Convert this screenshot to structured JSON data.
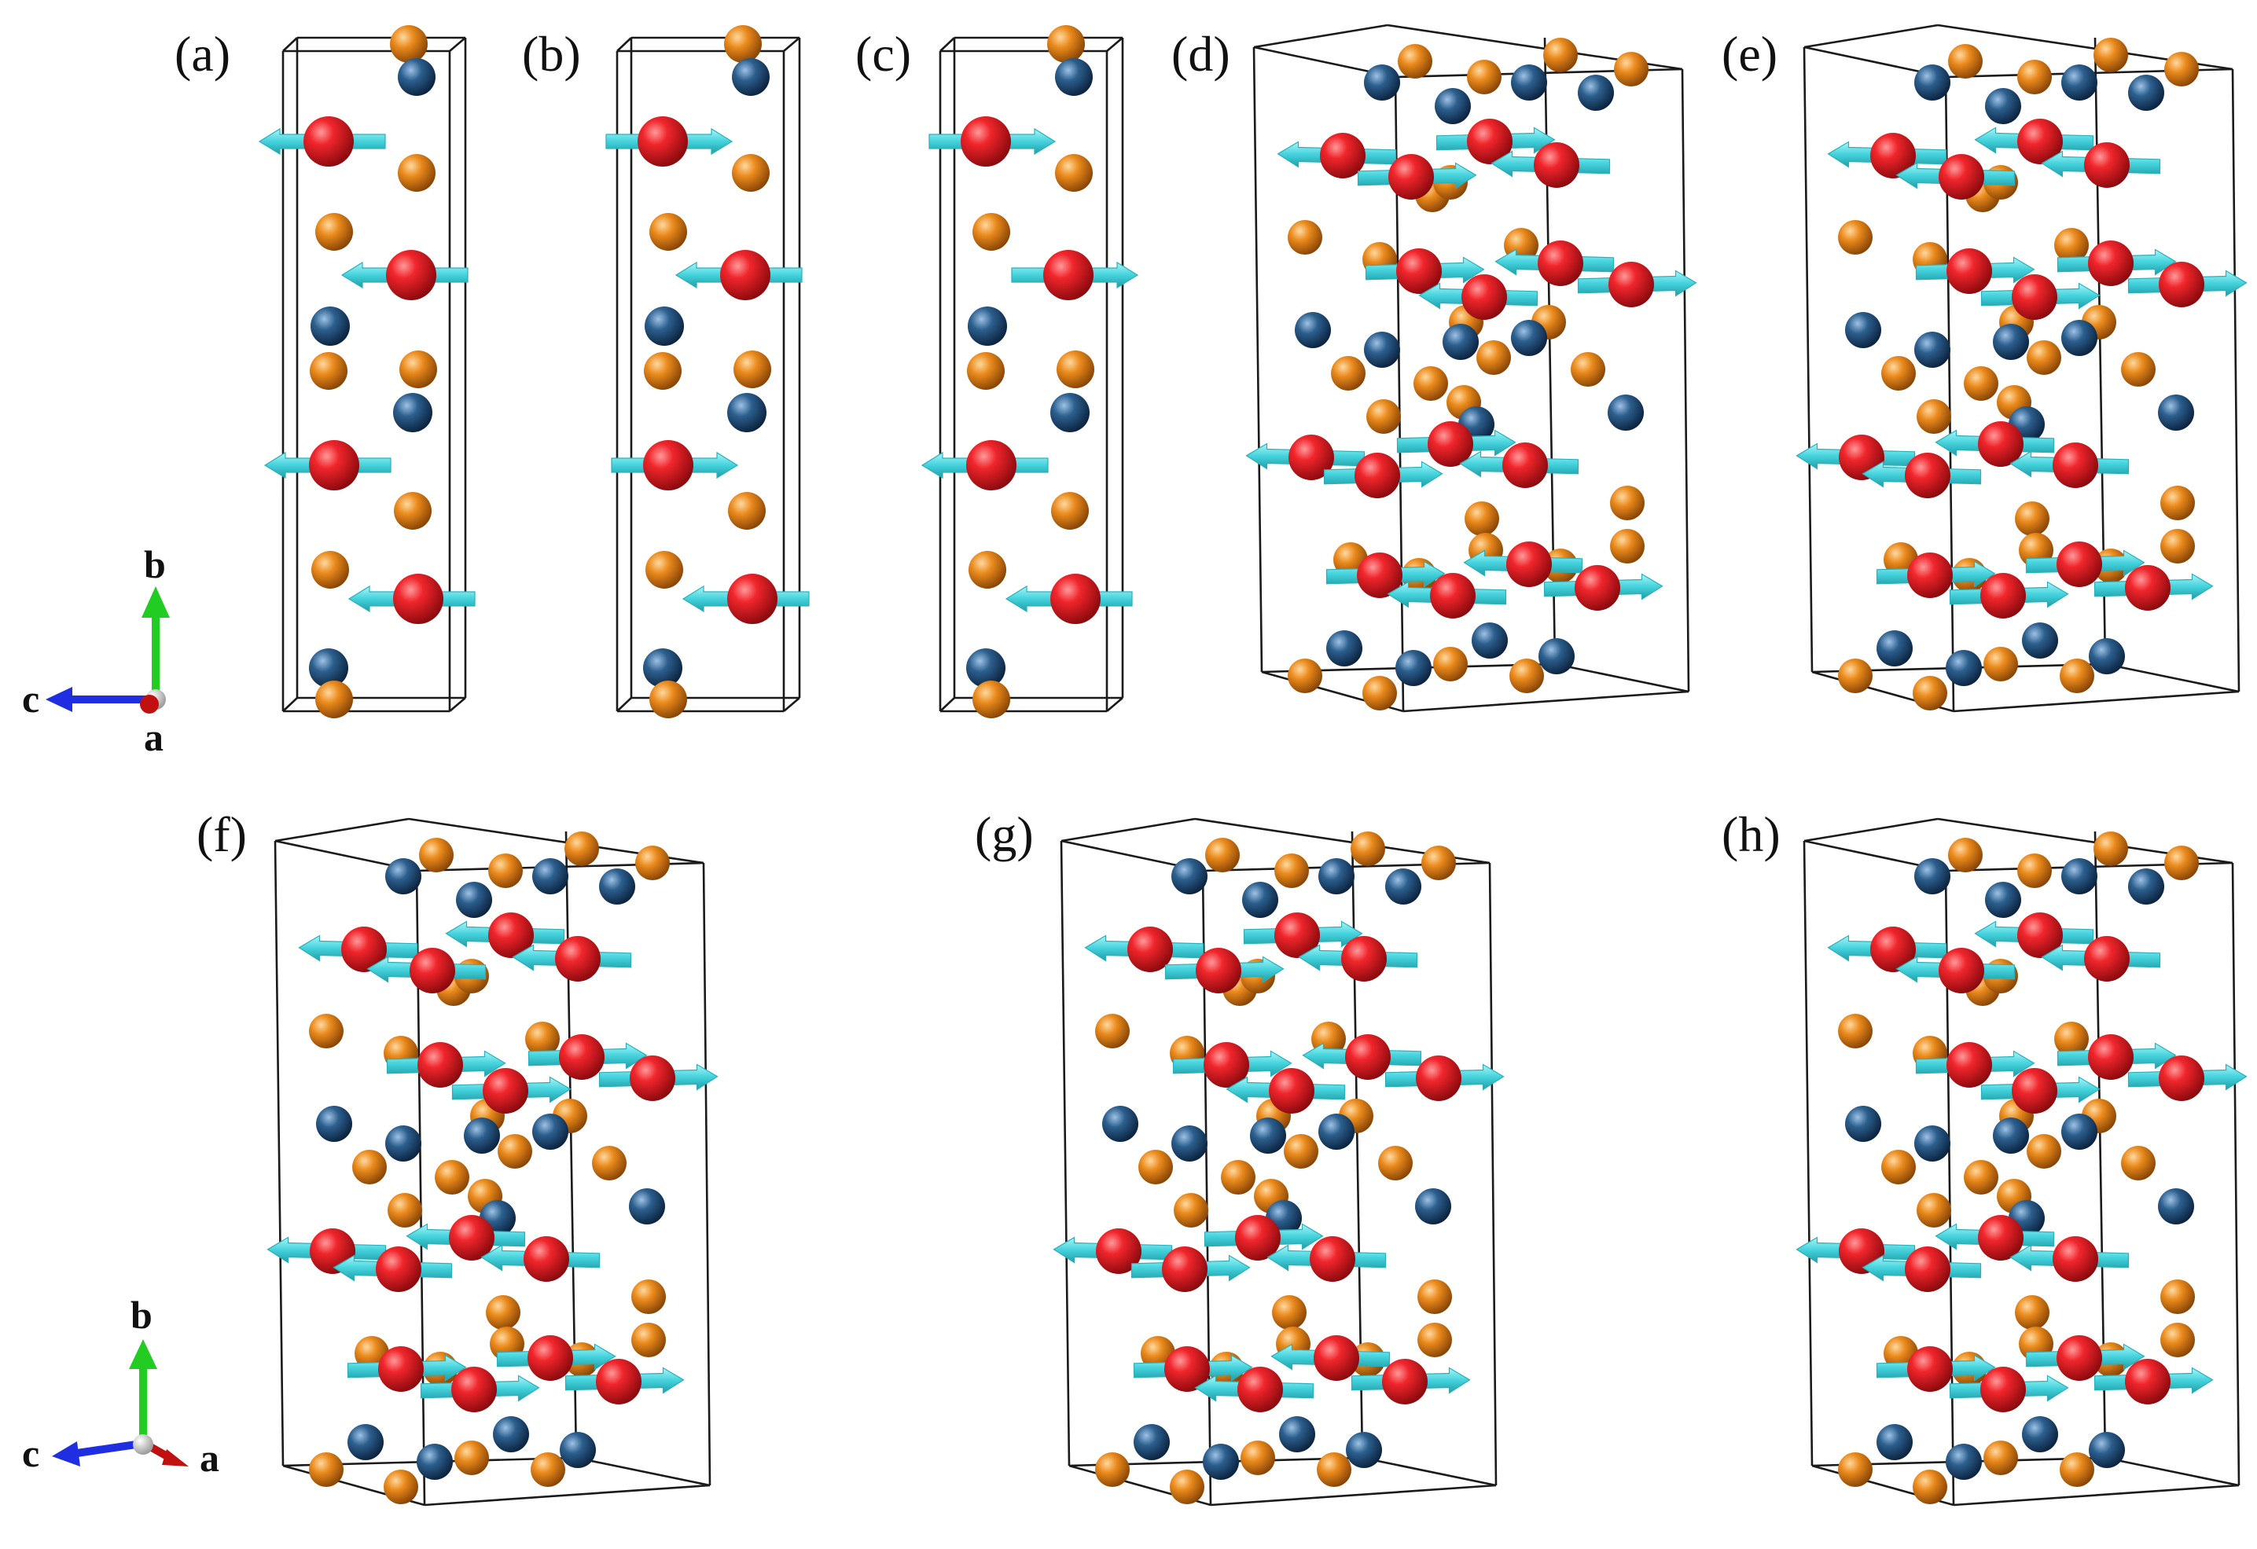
{
  "figure": {
    "panel_labels": [
      "(a)",
      "(b)",
      "(c)",
      "(d)",
      "(e)",
      "(f)",
      "(g)",
      "(h)"
    ]
  },
  "axes": [
    {
      "id": "top",
      "b_label": "b",
      "c_label": "c",
      "a_label": "a"
    },
    {
      "id": "bottom",
      "b_label": "b",
      "c_label": "c",
      "a_label": "a"
    }
  ],
  "colors": {
    "magnetic_atom": "#e0141e",
    "orange_atom": "#e07a10",
    "blue_atom": "#1f4f7a",
    "spin_arrow": "#4fd8e0",
    "axis_b": "#22cc22",
    "axis_c": "#1f2ee0",
    "axis_a": "#c01010",
    "cell_edge": "#1a1a1a"
  },
  "spin_patterns": {
    "a": [
      "left",
      "left",
      "left",
      "left"
    ],
    "b": [
      "right",
      "left",
      "right",
      "left"
    ],
    "c": [
      "right",
      "right",
      "left",
      "left"
    ]
  }
}
